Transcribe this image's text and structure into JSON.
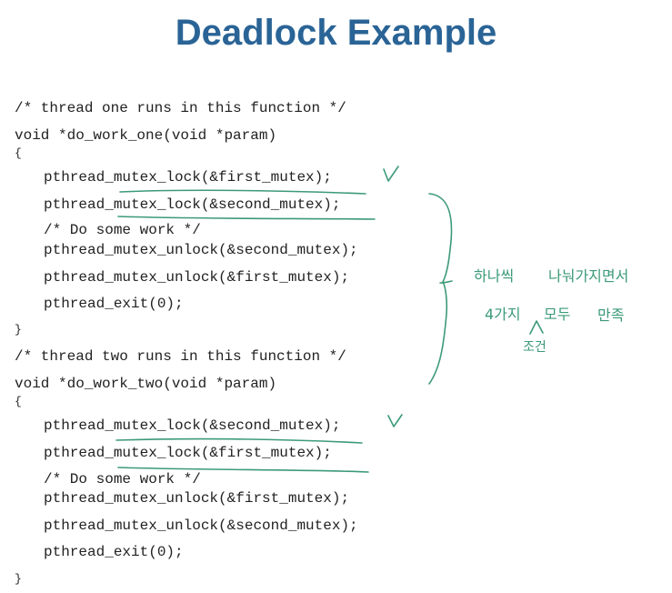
{
  "slide": {
    "title": "Deadlock Example",
    "code_lines": [
      "/* thread one runs in this function */",
      "void *do_work_one(void *param)",
      "{",
      "pthread_mutex_lock(&first_mutex);",
      "pthread_mutex_lock(&second_mutex);",
      "/* Do some work */",
      "pthread_mutex_unlock(&second_mutex);",
      "pthread_mutex_unlock(&first_mutex);",
      "pthread_exit(0);",
      "}",
      "/* thread two runs in this function */",
      "void *do_work_two(void *param)",
      "{",
      "pthread_mutex_lock(&second_mutex);",
      "pthread_mutex_lock(&first_mutex);",
      "/* Do some work */",
      "pthread_mutex_unlock(&first_mutex);",
      "pthread_mutex_unlock(&second_mutex);",
      "pthread_exit(0);",
      "}"
    ]
  },
  "annotations": {
    "ink_color": "#3c9a78",
    "line1": "하나씩",
    "line1b": "나눠가지면서",
    "line2": "4가지",
    "line2b": "모두",
    "line2c": "만족",
    "line3": "조건"
  }
}
